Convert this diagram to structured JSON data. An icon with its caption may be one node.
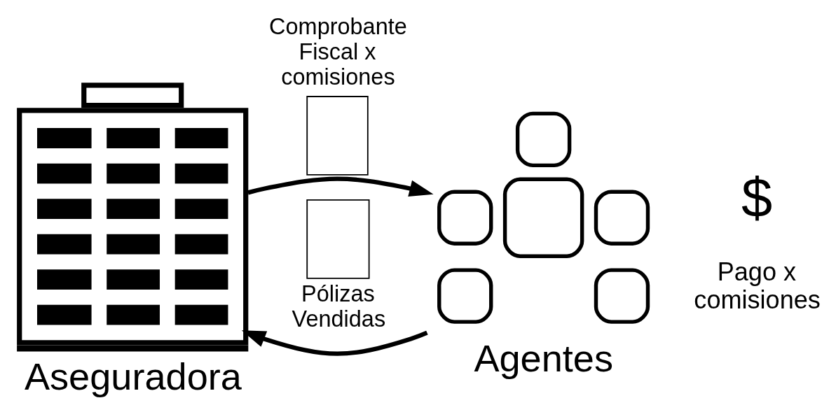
{
  "diagram": {
    "nodes": [
      {
        "text": [
          "Aseguradora"
        ]
      },
      {
        "text": [
          "Agentes"
        ]
      }
    ],
    "edges": [
      {
        "from": 0,
        "to": 1,
        "arrow": "to",
        "label": "Comprobante Fiscal x comisiones"
      },
      {
        "from": 1,
        "to": 0,
        "arrow": "to",
        "label": "Pólizas Vendidas"
      }
    ],
    "labels": [
      "$",
      "Pago x comisiones"
    ]
  }
}
